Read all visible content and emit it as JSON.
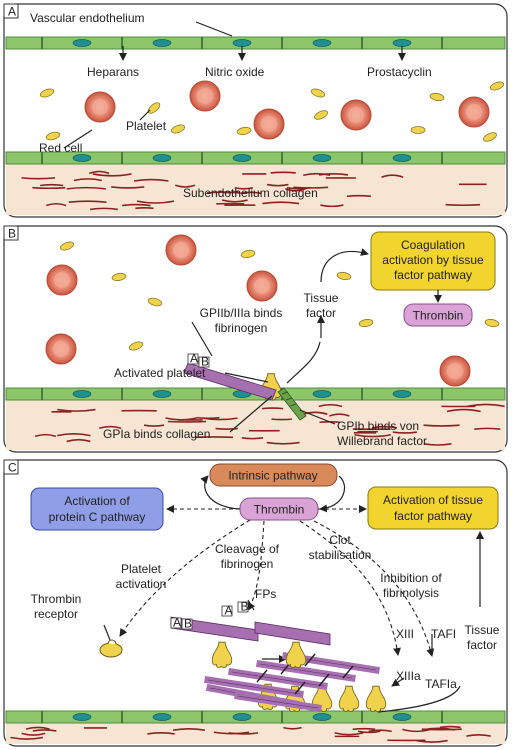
{
  "colors": {
    "endothelium": "#8dc66a",
    "endothelium_dark": "#4f8f3c",
    "nucleus": "#1f8f8f",
    "red_cell": "#e98f7a",
    "platelet": "#f1d24c",
    "subendothelium": "#f6e5d3",
    "collagen": "#8b2222",
    "glycoprotein": "#a66fb0",
    "coagulation_box": "#f2d42e",
    "thrombin_box": "#d9a3d6",
    "intrinsic_box": "#d98a5b",
    "protein_c_box": "#8f9ee6"
  },
  "panel_a": {
    "letter": "A",
    "endothelium_label": "Vascular endothelium",
    "heparans": "Heparans",
    "nitric_oxide": "Nitric oxide",
    "prostacyclin": "Prostacyclin",
    "red_cell": "Red cell",
    "platelet": "Platelet",
    "subendothelium": "Subendothelium collagen"
  },
  "panel_b": {
    "letter": "B",
    "coagulation_line1": "Coagulation",
    "coagulation_line2": "activation by tissue",
    "coagulation_line3": "factor pathway",
    "thrombin": "Thrombin",
    "tissue_factor_line1": "Tissue",
    "tissue_factor_line2": "factor",
    "gp2b3a_line1": "GPIIb/IIIa binds",
    "gp2b3a_line2": "fibrinogen",
    "activated_platelet": "Activated platelet",
    "gp1a": "GPIa binds collagen",
    "gp1b_line1": "GPIb binds von",
    "gp1b_line2": "Willebrand factor",
    "fibrinogen_a": "A",
    "fibrinogen_b": "B"
  },
  "panel_c": {
    "letter": "C",
    "intrinsic": "Intrinsic pathway",
    "thrombin": "Thrombin",
    "protein_c_line1": "Activation of",
    "protein_c_line2": "protein C pathway",
    "tissue_pathway_line1": "Activation of tissue",
    "tissue_pathway_line2": "factor pathway",
    "platelet_activation_line1": "Platelet",
    "platelet_activation_line2": "activation",
    "cleavage_line1": "Cleavage of",
    "cleavage_line2": "fibrinogen",
    "clot_line1": "Clot",
    "clot_line2": "stabilisation",
    "inhibition_line1": "Inhibition of",
    "inhibition_line2": "fibrinolysis",
    "thrombin_receptor_line1": "Thrombin",
    "thrombin_receptor_line2": "receptor",
    "fps": "FPs",
    "xiii": "XIII",
    "tafi": "TAFI",
    "xiiia": "XIIIa",
    "tafia": "TAFIa",
    "tissue_factor_line1": "Tissue",
    "tissue_factor_line2": "factor",
    "fibrinogen_a": "A",
    "fibrinogen_b": "B",
    "fp_a": "A",
    "fp_b": "B"
  }
}
